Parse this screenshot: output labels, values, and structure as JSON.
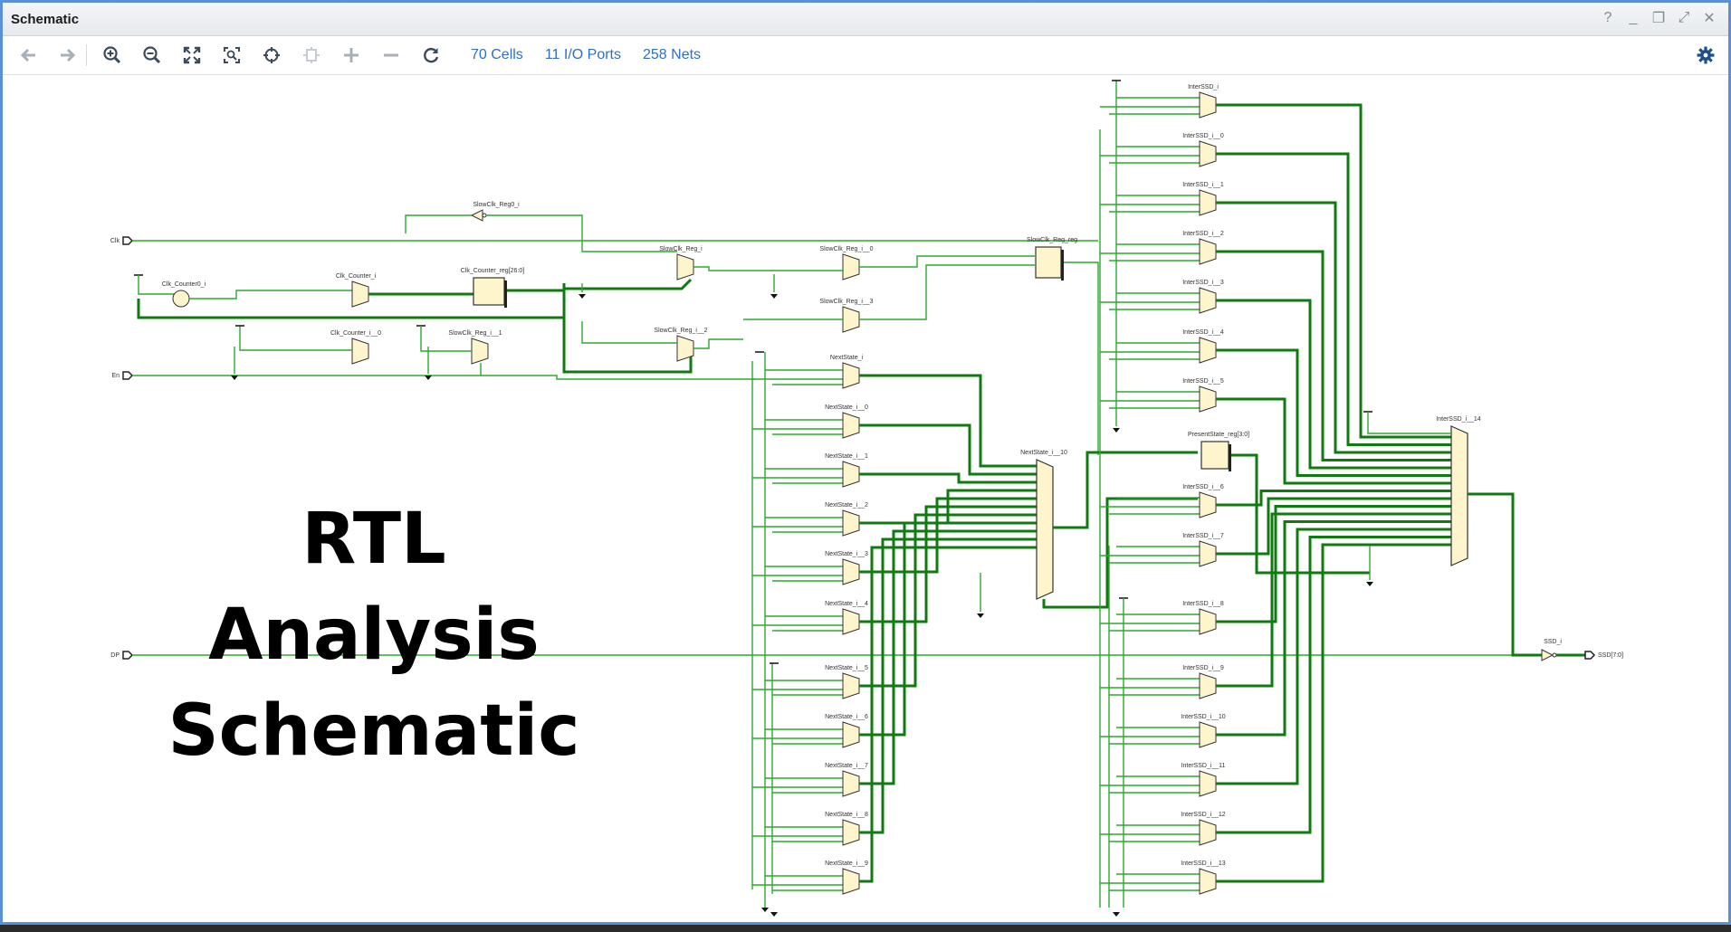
{
  "window": {
    "title": "Schematic",
    "controls": [
      {
        "name": "help",
        "glyph": "?"
      },
      {
        "name": "minimize",
        "glyph": "_"
      },
      {
        "name": "restore",
        "glyph": "❐"
      },
      {
        "name": "float",
        "glyph": "⤢"
      },
      {
        "name": "close",
        "glyph": "✕"
      }
    ]
  },
  "toolbar": {
    "buttons": [
      {
        "name": "back-icon"
      },
      {
        "name": "forward-icon"
      },
      {
        "name": "zoom-in-icon"
      },
      {
        "name": "zoom-out-icon"
      },
      {
        "name": "zoom-fit-icon"
      },
      {
        "name": "zoom-area-icon"
      },
      {
        "name": "crosshair-icon"
      },
      {
        "name": "collapse-icon"
      },
      {
        "name": "add-icon"
      },
      {
        "name": "remove-icon"
      },
      {
        "name": "refresh-icon"
      }
    ],
    "cells_label": "70 Cells",
    "ports_label": "11 I/O Ports",
    "nets_label": "258 Nets",
    "settings_icon": "gear-icon"
  },
  "schematic": {
    "ports": {
      "clk": "Clk",
      "en": "En",
      "dp": "DP",
      "ssd_out": "SSD[7:0]"
    },
    "cells": {
      "slowclk_reg0": "SlowClk_Reg0_i",
      "clk_counter0": "Clk_Counter0_i",
      "clk_counter": "Clk_Counter_i",
      "clk_counter_reg": "Clk_Counter_reg[26:0]",
      "clk_counter_0": "Clk_Counter_i__0",
      "slowclk_reg_1": "SlowClk_Reg_i__1",
      "slowclk_reg": "SlowClk_Reg_i",
      "slowclk_reg_2": "SlowClk_Reg_i__2",
      "slowclk_reg_0": "SlowClk_Reg_i__0",
      "slowclk_reg_3": "SlowClk_Reg_i__3",
      "slowclk_reg_reg": "SlowClk_Reg_reg",
      "nextstate_10": "NextState_i__10",
      "presentstate_reg": "PresentState_reg[3:0]",
      "interssd_14": "InterSSD_i__14",
      "ssd_i": "SSD_i"
    },
    "nextstate_muxes": [
      "NextState_i",
      "NextState_i__0",
      "NextState_i__1",
      "NextState_i__2",
      "NextState_i__3",
      "NextState_i__4",
      "NextState_i__5",
      "NextState_i__6",
      "NextState_i__7",
      "NextState_i__8",
      "NextState_i__9"
    ],
    "interssd_muxes_top": [
      "InterSSD_i",
      "InterSSD_i__0",
      "InterSSD_i__1",
      "InterSSD_i__2",
      "InterSSD_i__3",
      "InterSSD_i__4",
      "InterSSD_i__5"
    ],
    "interssd_muxes_mid": [
      "InterSSD_i__6",
      "InterSSD_i__7",
      "InterSSD_i__8"
    ],
    "interssd_muxes_bottom": [
      "InterSSD_i__9",
      "InterSSD_i__10",
      "InterSSD_i__11",
      "InterSSD_i__12",
      "InterSSD_i__13"
    ],
    "colors": {
      "wire": "#2ea82e",
      "wire_bus": "#0f7a0f",
      "cell_fill": "#fff5cc",
      "cell_stroke": "#333333",
      "port": "#222222"
    }
  },
  "overlay": {
    "line1": "RTL Analysis",
    "line2": "Schematic"
  }
}
